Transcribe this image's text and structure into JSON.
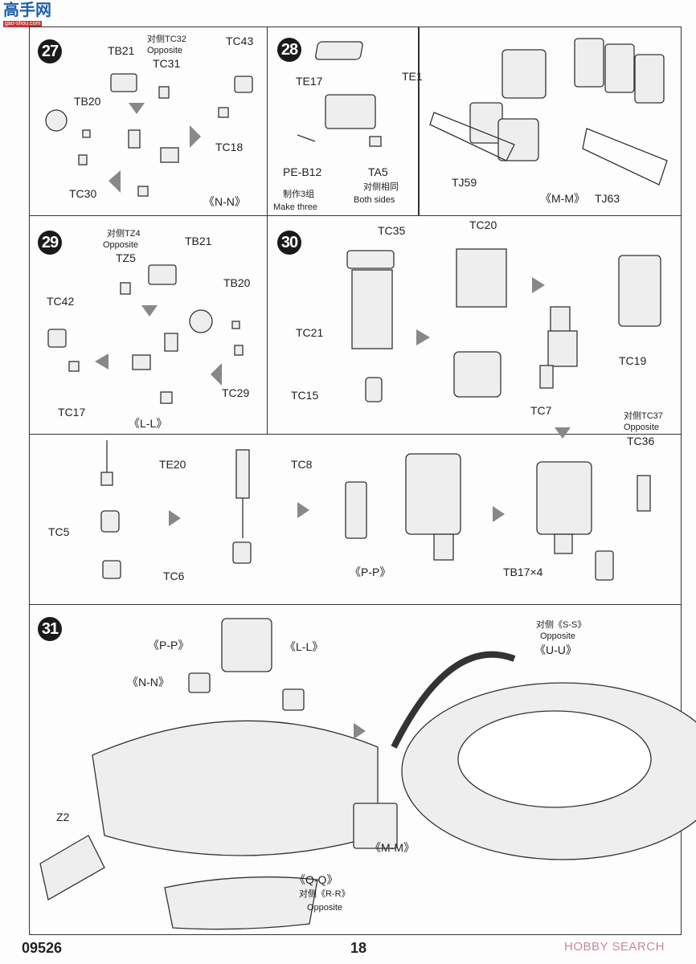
{
  "logo": {
    "text": "高手网",
    "subtext": "gao-shou.com"
  },
  "step27": {
    "number": "27",
    "labels": [
      "TB21",
      "对侧TC32",
      "Opposite",
      "TC31",
      "TC43",
      "TB20",
      "TC18",
      "TC30",
      "《N-N》"
    ]
  },
  "step28": {
    "number": "28",
    "labels": [
      "TE1",
      "TE17",
      "PE-B12",
      "TA5",
      "对侧相同",
      "Both sides",
      "制作3组",
      "Make three"
    ]
  },
  "mm_panel": {
    "labels": [
      "TJ59",
      "《M-M》",
      "TJ63"
    ]
  },
  "step29": {
    "number": "29",
    "labels": [
      "对侧TZ4",
      "Opposite",
      "TZ5",
      "TB21",
      "TB20",
      "TC42",
      "TC29",
      "TC17",
      "《L-L》"
    ]
  },
  "step30": {
    "number": "30",
    "labels": [
      "TC35",
      "TC20",
      "TC21",
      "TC19",
      "TC15",
      "TC7",
      "对侧TC37",
      "Opposite",
      "TC36"
    ]
  },
  "pp_panel": {
    "labels": [
      "TE20",
      "TC8",
      "TC5",
      "TC6",
      "《P-P》",
      "TB17×4"
    ]
  },
  "step31": {
    "number": "31",
    "labels": [
      "《P-P》",
      "《L-L》",
      "《N-N》",
      "对侧《S-S》",
      "Opposite",
      "《U-U》",
      "Z2",
      "《M-M》",
      "《Q-Q》",
      "对侧《R-R》",
      "Opposite"
    ]
  },
  "footer": {
    "kit_number": "09526",
    "page_number": "18",
    "watermark": "HOBBY SEARCH"
  }
}
